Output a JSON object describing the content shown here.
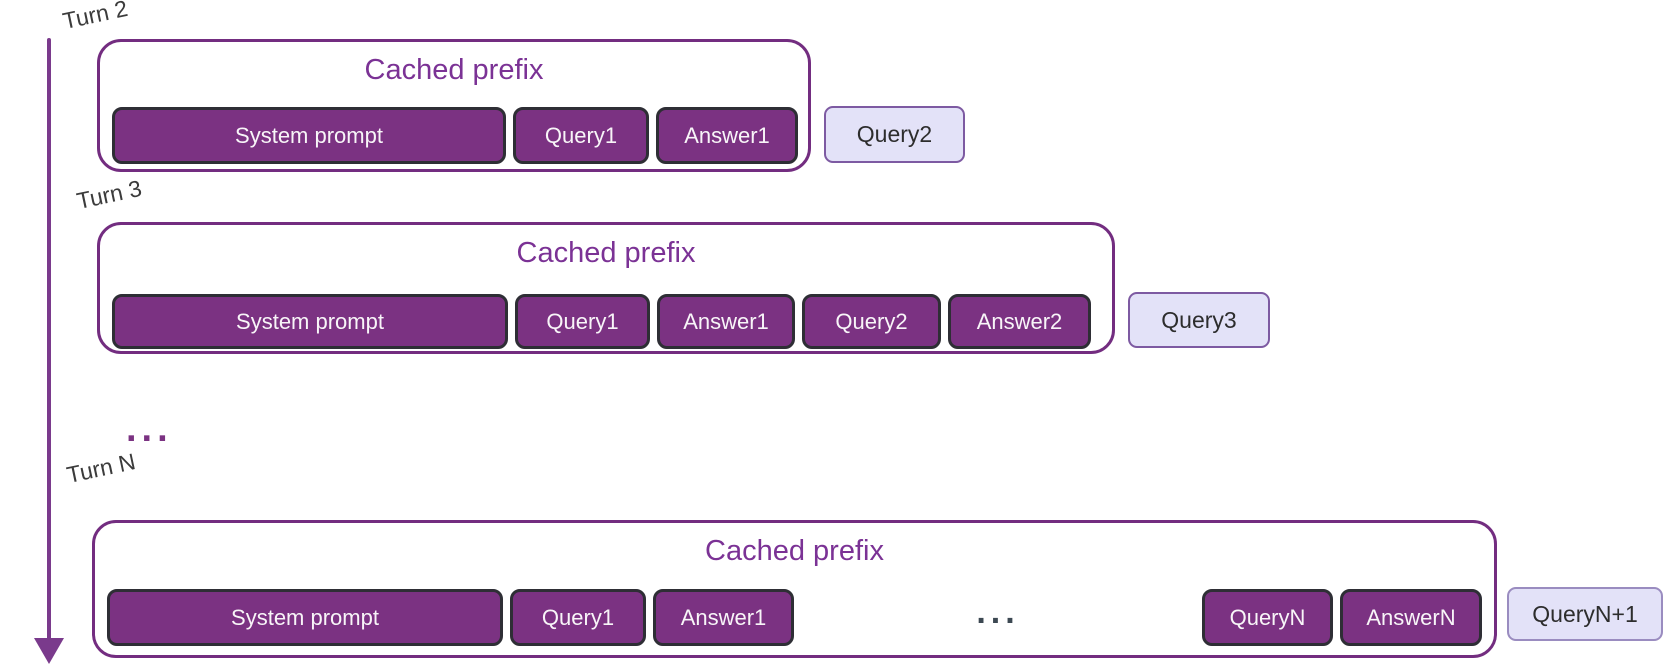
{
  "diagram": {
    "description_colors": {
      "cached_token_fill": "#7b3282",
      "cached_token_border": "#2e2e35",
      "container_border": "#732d80",
      "title_text": "#7b3295",
      "new_query_fill": "#e3e2f8",
      "new_query_border": "#7d5aa2",
      "arrow": "#7a3a8c",
      "turn_label_text": "#3b3b3b",
      "gray_ellipsis": "#3c4852"
    },
    "between_rows_ellipsis": "...",
    "rows": [
      {
        "label": "Turn 2",
        "cached_title": "Cached prefix",
        "tokens": [
          "System prompt",
          "Query1",
          "Answer1"
        ],
        "new_query": "Query2"
      },
      {
        "label": "Turn 3",
        "cached_title": "Cached prefix",
        "tokens": [
          "System prompt",
          "Query1",
          "Answer1",
          "Query2",
          "Answer2"
        ],
        "new_query": "Query3"
      },
      {
        "label": "Turn N",
        "cached_title": "Cached prefix",
        "tokens_left": [
          "System prompt",
          "Query1",
          "Answer1"
        ],
        "ellipsis": "...",
        "tokens_right": [
          "QueryN",
          "AnswerN"
        ],
        "new_query": "QueryN+1"
      }
    ]
  }
}
